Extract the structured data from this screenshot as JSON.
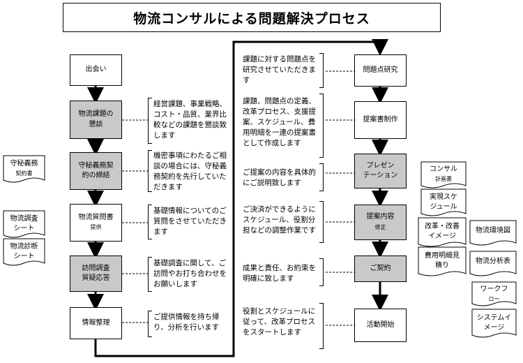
{
  "title": "物流コンサルによる問題解決プロセス",
  "left_flow": [
    {
      "label": "出会い",
      "sub": ""
    },
    {
      "label": "物流課題の",
      "sub": "懇談"
    },
    {
      "label": "守秘義務契",
      "sub": "約の締結"
    },
    {
      "label": "物流質問書",
      "sub": "提供"
    },
    {
      "label": "訪問調査",
      "sub": "質疑応答"
    },
    {
      "label": "情報整理",
      "sub": ""
    }
  ],
  "left_notes": [
    "経営課題、事業戦略、コスト・品質、業界比較などの課題を懇談致します",
    "機密事項にわたるご相談の場合には、守秘義務契約を先行していただきます",
    "基礎情報についてのご質問をさせていただきます",
    "基礎調査に関して、ご訪問やお打ち合わせをお願いします",
    "ご提供情報を持ち帰り、分析を行います"
  ],
  "right_flow": [
    {
      "label": "問題点研究",
      "sub": ""
    },
    {
      "label": "提案書制作",
      "sub": ""
    },
    {
      "label": "プレゼン",
      "sub": "テーション"
    },
    {
      "label": "提案内容",
      "sub": "修正"
    },
    {
      "label": "ご契約",
      "sub": ""
    },
    {
      "label": "活動開始",
      "sub": ""
    }
  ],
  "right_notes": [
    "課題に対する問題点を研究させていただきます",
    "課題、問題点の定義、改革プロセス、支援提案、スケジュール、費用明細を一連の提案書として作成します",
    "ご提案の内容を具体的にご説明致します",
    "ご決済ができるようにスケジュール、役割分担などの調整作業です",
    "成果と責任、お約束を明確に致します",
    "役割とスケジュールに従って、改革プロセスをスタートします"
  ],
  "left_docs": [
    {
      "line1": "守秘義務",
      "line2": "契約書"
    },
    {
      "line1": "物流調査",
      "line2": "シート"
    },
    {
      "line1": "物流診断",
      "line2": "シート"
    }
  ],
  "right_docs": [
    {
      "line1": "コンサル",
      "line2": "計画書"
    },
    {
      "line1": "実現スケ",
      "line2": "ジュール"
    },
    {
      "line1": "改革・改善",
      "line2": "イメージ"
    },
    {
      "line1": "物流環境図",
      "line2": ""
    },
    {
      "line1": "費用明細見",
      "line2": "積り"
    },
    {
      "line1": "物流分析表",
      "line2": ""
    },
    {
      "line1": "ワークフ",
      "line2": "ロー"
    },
    {
      "line1": "システムイ",
      "line2": "メージ"
    }
  ]
}
